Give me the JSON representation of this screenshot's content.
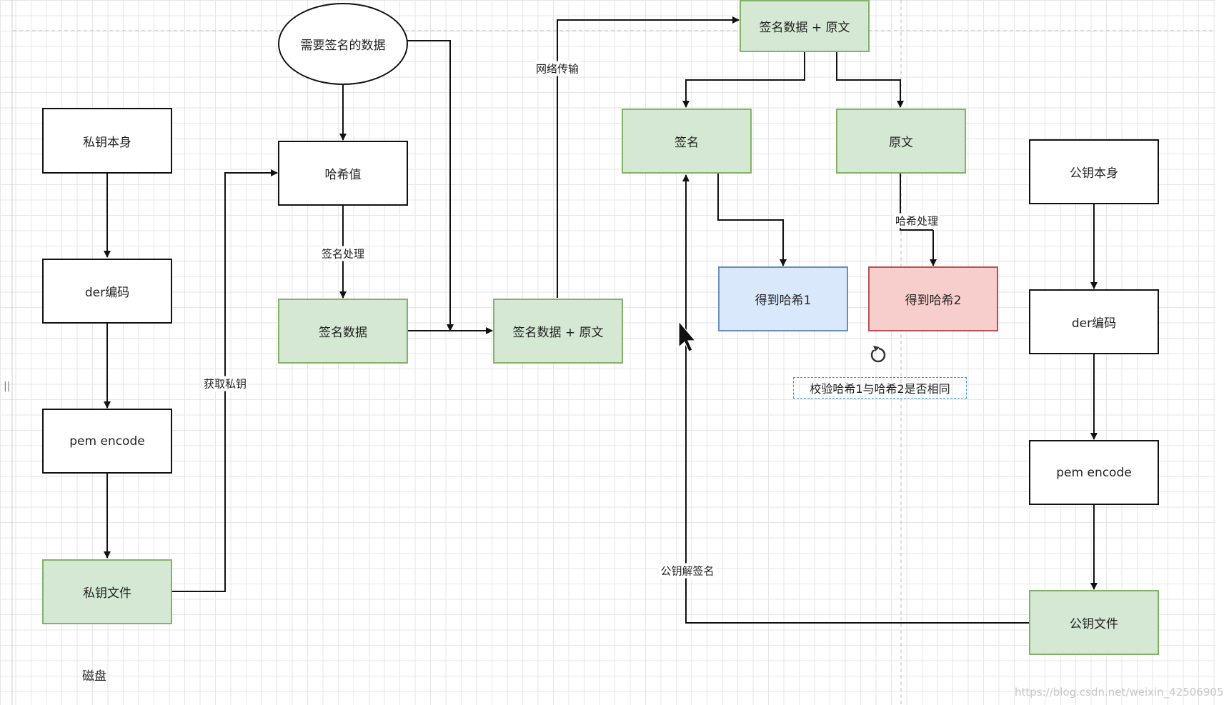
{
  "nodes": {
    "private_key_self": "私钥本身",
    "der_encode_left": "der编码",
    "pem_encode_left": "pem encode",
    "private_key_file": "私钥文件",
    "data_to_sign": "需要签名的数据",
    "hash_value": "哈希值",
    "signed_data": "签名数据",
    "signed_plus_original_mid": "签名数据 + 原文",
    "signed_plus_original_top": "签名数据 + 原文",
    "signature": "签名",
    "original_text": "原文",
    "hash1": "得到哈希1",
    "hash2": "得到哈希2",
    "public_key_self": "公钥本身",
    "der_encode_right": "der编码",
    "pem_encode_right": "pem encode",
    "public_key_file": "公钥文件"
  },
  "edge_labels": {
    "network_transfer": "网络传输",
    "sign_process": "签名处理",
    "get_private_key": "获取私钥",
    "hash_process": "哈希处理",
    "public_key_decrypt": "公钥解签名"
  },
  "notes": {
    "disk": "磁盘",
    "verify": "校验哈希1与哈希2是否相同",
    "watermark": "https://blog.csdn.net/weixin_42506905",
    "side_handle": "||"
  },
  "colors": {
    "green_fill": "#d5e8d4",
    "green_border": "#82b366",
    "blue_fill": "#dae8fc",
    "blue_border": "#6c8ebf",
    "red_fill": "#f8cecc",
    "red_border": "#b85450",
    "selection_dash": "#3d9bd8"
  }
}
